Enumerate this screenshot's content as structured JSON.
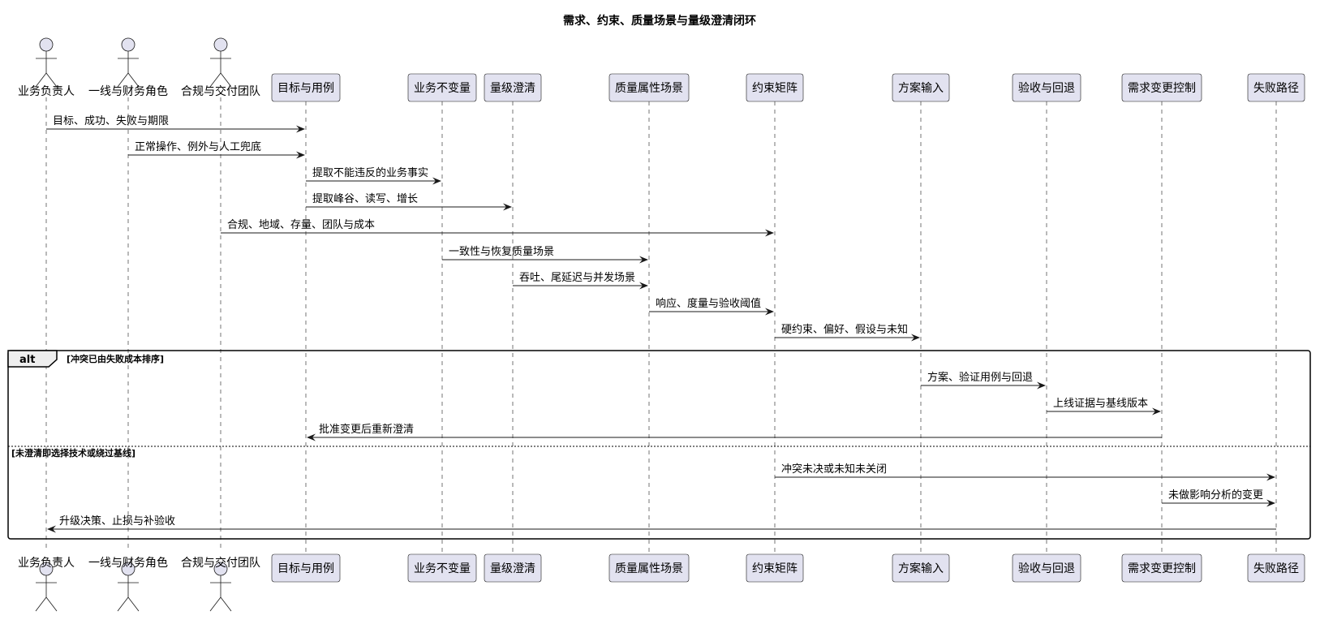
{
  "title": "需求、约束、质量场景与量级澄清闭环",
  "participants": [
    {
      "id": "owner",
      "label": "业务负责人",
      "kind": "actor"
    },
    {
      "id": "ops",
      "label": "一线与财务角色",
      "kind": "actor"
    },
    {
      "id": "compliance",
      "label": "合规与交付团队",
      "kind": "actor"
    },
    {
      "id": "goals",
      "label": "目标与用例",
      "kind": "box"
    },
    {
      "id": "invariants",
      "label": "业务不变量",
      "kind": "box"
    },
    {
      "id": "magnitude",
      "label": "量级澄清",
      "kind": "box"
    },
    {
      "id": "quality",
      "label": "质量属性场景",
      "kind": "box"
    },
    {
      "id": "constraints",
      "label": "约束矩阵",
      "kind": "box"
    },
    {
      "id": "solution",
      "label": "方案输入",
      "kind": "box"
    },
    {
      "id": "acceptance",
      "label": "验收与回退",
      "kind": "box"
    },
    {
      "id": "change",
      "label": "需求变更控制",
      "kind": "box"
    },
    {
      "id": "failure",
      "label": "失败路径",
      "kind": "box"
    }
  ],
  "messages": [
    {
      "from": "owner",
      "to": "goals",
      "label": "目标、成功、失败与期限"
    },
    {
      "from": "ops",
      "to": "goals",
      "label": "正常操作、例外与人工兜底"
    },
    {
      "from": "goals",
      "to": "invariants",
      "label": "提取不能违反的业务事实"
    },
    {
      "from": "goals",
      "to": "magnitude",
      "label": "提取峰谷、读写、增长"
    },
    {
      "from": "compliance",
      "to": "constraints",
      "label": "合规、地域、存量、团队与成本"
    },
    {
      "from": "invariants",
      "to": "quality",
      "label": "一致性与恢复质量场景"
    },
    {
      "from": "magnitude",
      "to": "quality",
      "label": "吞吐、尾延迟与并发场景"
    },
    {
      "from": "quality",
      "to": "constraints",
      "label": "响应、度量与验收阈值"
    },
    {
      "from": "constraints",
      "to": "solution",
      "label": "硬约束、偏好、假设与未知"
    },
    {
      "from": "solution",
      "to": "acceptance",
      "label": "方案、验证用例与回退"
    },
    {
      "from": "acceptance",
      "to": "change",
      "label": "上线证据与基线版本"
    },
    {
      "from": "change",
      "to": "goals",
      "label": "批准变更后重新澄清"
    },
    {
      "from": "constraints",
      "to": "failure",
      "label": "冲突未决或未知未关闭"
    },
    {
      "from": "change",
      "to": "failure",
      "label": "未做影响分析的变更"
    },
    {
      "from": "failure",
      "to": "owner",
      "label": "升级决策、止损与补验收"
    }
  ],
  "alt_frame": {
    "keyword": "alt",
    "guard_1": "[冲突已由失败成本排序]",
    "guard_2": "[未澄清即选择技术或绕过基线]"
  },
  "colors": {
    "participant_fill": "#E2E2F0",
    "line": "#181818",
    "frame_tab": "#EEEEEE"
  }
}
